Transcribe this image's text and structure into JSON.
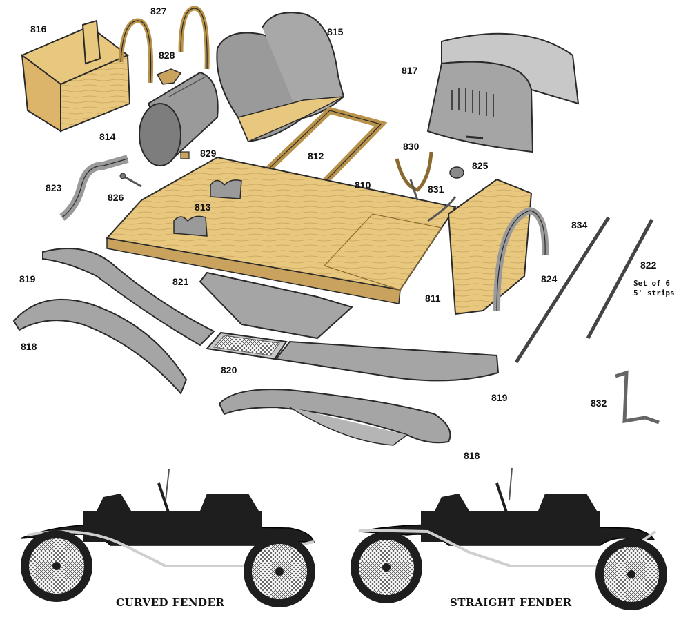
{
  "labels": {
    "p816": "816",
    "p827": "827",
    "p828": "828",
    "p815": "815",
    "p817": "817",
    "p814": "814",
    "p829": "829",
    "p812": "812",
    "p830": "830",
    "p825": "825",
    "p810": "810",
    "p831": "831",
    "p823": "823",
    "p826": "826",
    "p813": "813",
    "p834": "834",
    "p822": "822",
    "p819a": "819",
    "p821": "821",
    "p824": "824",
    "p811": "811",
    "p818a": "818",
    "p820": "820",
    "p819b": "819",
    "p832": "832",
    "p818b": "818"
  },
  "note": {
    "line1": "Set of 6",
    "line2": "5' strips"
  },
  "captions": {
    "curved": "CURVED FENDER",
    "straight": "STRAIGHT FENDER"
  },
  "colors": {
    "wood": "#e8c77e",
    "wood_dark": "#b8924a",
    "metal": "#9a9a9a",
    "metal_light": "#c8c8c8",
    "outline": "#2a2a2a",
    "car": "#1e1e1e"
  }
}
